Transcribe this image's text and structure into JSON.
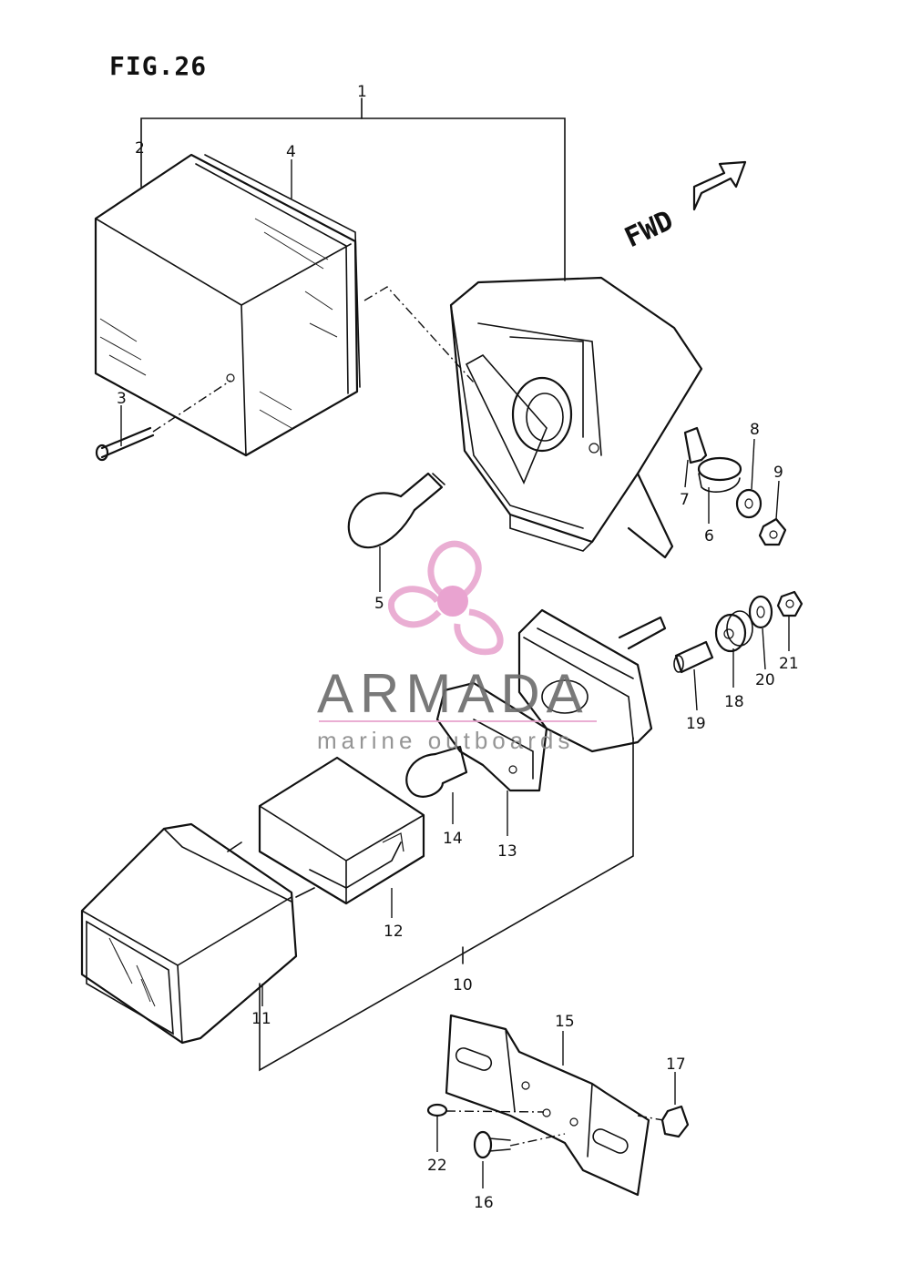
{
  "figure": {
    "title": "FIG.26",
    "direction_label": "FWD"
  },
  "watermark": {
    "brand": "ARMADA",
    "tagline": "marine outboards",
    "logo_color": "#e8a6cf",
    "logo_center_color": "#e79acb",
    "text_color": "#6b6b6b"
  },
  "callouts": [
    {
      "id": "c1",
      "label": "1"
    },
    {
      "id": "c2",
      "label": "2"
    },
    {
      "id": "c3",
      "label": "3"
    },
    {
      "id": "c4",
      "label": "4"
    },
    {
      "id": "c5",
      "label": "5"
    },
    {
      "id": "c6",
      "label": "6"
    },
    {
      "id": "c7",
      "label": "7"
    },
    {
      "id": "c8",
      "label": "8"
    },
    {
      "id": "c9",
      "label": "9"
    },
    {
      "id": "c10",
      "label": "10"
    },
    {
      "id": "c11",
      "label": "11"
    },
    {
      "id": "c12",
      "label": "12"
    },
    {
      "id": "c13",
      "label": "13"
    },
    {
      "id": "c14",
      "label": "14"
    },
    {
      "id": "c15",
      "label": "15"
    },
    {
      "id": "c16",
      "label": "16"
    },
    {
      "id": "c17",
      "label": "17"
    },
    {
      "id": "c18",
      "label": "18"
    },
    {
      "id": "c19",
      "label": "19"
    },
    {
      "id": "c20",
      "label": "20"
    },
    {
      "id": "c21",
      "label": "21"
    },
    {
      "id": "c22",
      "label": "22"
    }
  ]
}
